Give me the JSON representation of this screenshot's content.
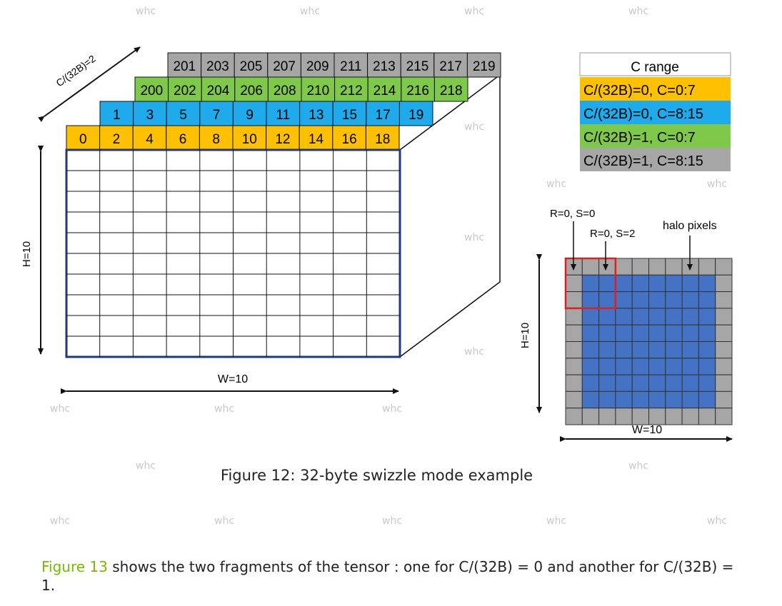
{
  "figure": {
    "c_axis_label": "C/(32B)=2",
    "h_label": "H=10",
    "w_label": "W=10",
    "rows": [
      {
        "numbers": [
          201,
          203,
          205,
          207,
          209,
          211,
          213,
          215,
          217,
          219
        ],
        "color": "#a6a6a6"
      },
      {
        "numbers": [
          200,
          202,
          204,
          206,
          208,
          210,
          212,
          214,
          216,
          218
        ],
        "color": "#7ec94a"
      },
      {
        "numbers": [
          1,
          3,
          5,
          7,
          9,
          11,
          13,
          15,
          17,
          19
        ],
        "color": "#1eaaeb"
      },
      {
        "numbers": [
          0,
          2,
          4,
          6,
          8,
          10,
          12,
          14,
          16,
          18
        ],
        "color": "#ffc000"
      }
    ],
    "legend": {
      "header": "C range",
      "entries": [
        {
          "text": "C/(32B)=0, C=0:7",
          "color": "#ffc000"
        },
        {
          "text": "C/(32B)=0, C=8:15",
          "color": "#1eaaeb"
        },
        {
          "text": "C/(32B)=1, C=0:7",
          "color": "#7ec94a"
        },
        {
          "text": "C/(32B)=1, C=8:15",
          "color": "#a6a6a6"
        }
      ]
    },
    "halo": {
      "label_r0s0": "R=0, S=0",
      "label_r0s2": "R=0, S=2",
      "label_halo": "halo pixels",
      "h_label": "H=10",
      "w_label": "W=10",
      "inner_color": "#4472c4",
      "halo_color": "#a6a6a6",
      "highlight_color": "#e02020"
    },
    "grid_border_color": "#1f3a7a"
  },
  "caption": "Figure 12: 32-byte swizzle mode example",
  "paragraph": {
    "link": "Figure 13",
    "text": " shows the two fragments of the tensor : one for C/(32B) = 0 and another for C/(32B) = 1."
  },
  "watermark": "whc"
}
